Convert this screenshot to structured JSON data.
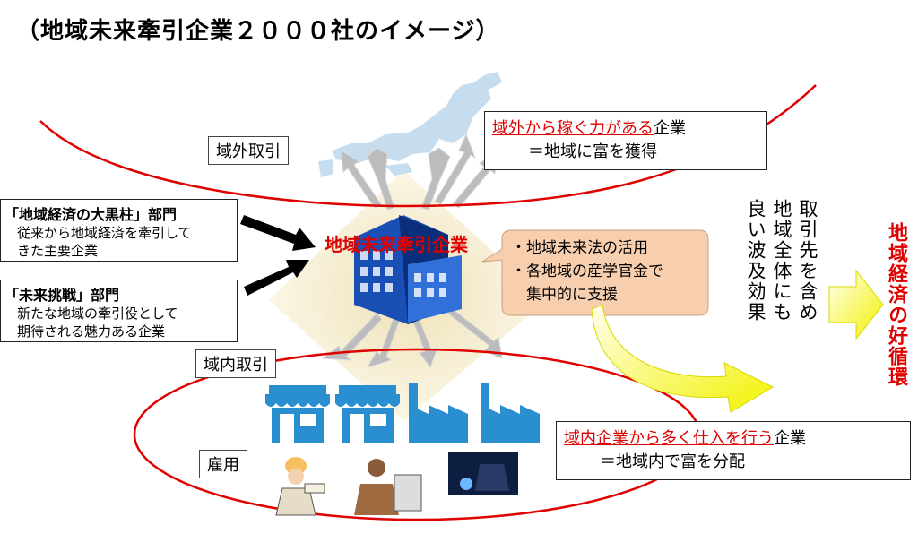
{
  "title": "（地域未来牽引企業２０００社のイメージ）",
  "outside_trade_label": "域外取引",
  "inside_trade_label": "域内取引",
  "employment_label": "雇用",
  "outside_box": {
    "highlight": "域外から稼ぐ力がある",
    "suffix": "企業",
    "line2": "＝地域に富を獲得"
  },
  "inside_box": {
    "highlight": "域内企業から多く仕入を行う",
    "suffix": "企業",
    "line2": "＝地域内で富を分配"
  },
  "dept1": {
    "title": "「地域経済の大黒柱」部門",
    "line1": "従来から地域経済を牽引して",
    "line2": "きた主要企業"
  },
  "dept2": {
    "title": "「未来挑戦」部門",
    "line1": "新たな地域の牽引役として",
    "line2": "期待される魅力ある企業"
  },
  "center_title": "地域未来牽引企業",
  "callout": {
    "line1": "・地域未来法の活用",
    "line2": "・各地域の産学官金で",
    "line3": "　集中的に支援"
  },
  "effect_text": {
    "col1": "取引先を含め",
    "col2": "地域全体にも",
    "col3": "良い波及効果"
  },
  "result_text": "地域経済の好循環",
  "colors": {
    "red": "#e00000",
    "icon_blue": "#2a8fd0",
    "callout_fill": "#f8cfae",
    "yellow": "#f2f200",
    "arrow_gray": "#bcbcbc"
  },
  "icons": [
    "japan-map-icon",
    "building-icon",
    "shop-icon",
    "shop-icon",
    "factory-icon",
    "factory-icon",
    "worker-icon",
    "office-worker-icon",
    "welder-icon"
  ]
}
